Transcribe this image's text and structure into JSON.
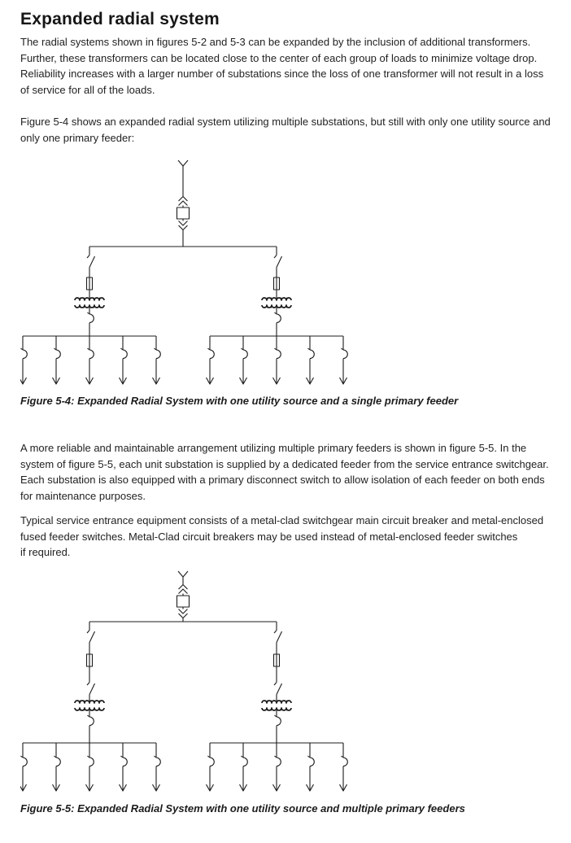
{
  "page": {
    "title": "Expanded radial system",
    "paragraphs": {
      "p1": "The radial systems shown in figures 5-2 and 5-3 can be expanded by the inclusion of additional transformers.\nFurther, these transformers can be located close to the center of each group of loads to minimize voltage drop.\nReliability increases with a larger number of substations since the loss of one transformer will not result in a loss\nof service for all of the loads.",
      "p2": "Figure 5-4 shows an expanded radial system utilizing multiple substations, but still with only one utility source and\nonly one primary feeder:",
      "p3": "A more reliable and maintainable arrangement utilizing multiple primary feeders is shown in figure 5-5. In the\nsystem of figure 5-5, each unit substation is supplied by a dedicated feeder from the service entrance switchgear.\nEach substation is also equipped with a primary disconnect switch to allow isolation of each feeder on both ends\nfor maintenance purposes.",
      "p4": "Typical  service entrance equipment consists of a metal-clad switchgear main circuit breaker and metal-enclosed\nfused feeder switches. Metal-Clad circuit breakers may be used instead of metal-enclosed feeder switches\nif required."
    },
    "figures": [
      {
        "id": "5-4",
        "caption": "Figure 5-4: Expanded Radial System with one utility source and a single primary feeder",
        "symbols": [
          "utility-source",
          "drawout-main-breaker",
          "primary-feeder-bus",
          "disconnect-switch",
          "fuse",
          "transformer",
          "secondary-breaker",
          "load-feeder-arrows"
        ],
        "substations": 2,
        "feeders_per_substation": 5,
        "disconnect_switches_per_branch": 1
      },
      {
        "id": "5-5",
        "caption": "Figure 5-5: Expanded Radial System with one utility source and multiple primary feeders",
        "symbols": [
          "utility-source",
          "drawout-main-breaker",
          "primary-feeder-bus",
          "disconnect-switch",
          "fuse",
          "disconnect-switch",
          "transformer",
          "secondary-breaker",
          "load-feeder-arrows"
        ],
        "substations": 2,
        "feeders_per_substation": 5,
        "disconnect_switches_per_branch": 2
      }
    ],
    "colors": {
      "ink": "#1c1c1c",
      "background": "#ffffff"
    }
  }
}
